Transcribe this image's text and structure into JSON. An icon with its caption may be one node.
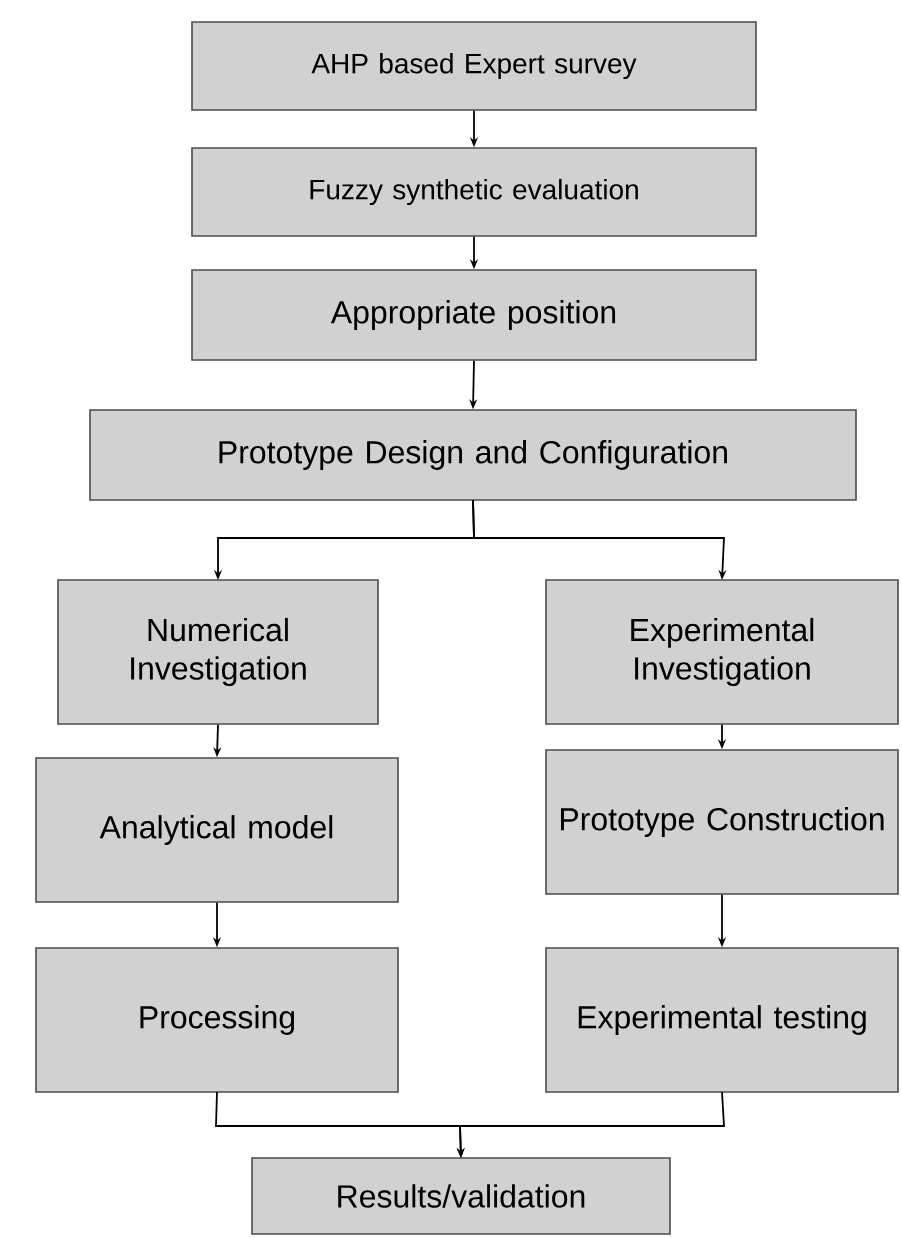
{
  "diagram": {
    "nodes": [
      {
        "text": [
          "AHP based Expert survey"
        ]
      },
      {
        "text": [
          "Fuzzy synthetic evaluation"
        ]
      },
      {
        "text": [
          "Appropriate position"
        ]
      },
      {
        "text": [
          "Prototype Design and Configuration"
        ]
      },
      {
        "text": [
          "Numerical Investigation"
        ]
      },
      {
        "text": [
          "Experimental Investigation"
        ]
      },
      {
        "text": [
          "Analytical model"
        ]
      },
      {
        "text": [
          "Prototype Construction"
        ]
      },
      {
        "text": [
          "Processing"
        ]
      },
      {
        "text": [
          "Experimental testing"
        ]
      },
      {
        "text": [
          "Results/validation"
        ]
      }
    ],
    "edges": [
      {
        "from": 0,
        "to": 1,
        "arrow": "to"
      },
      {
        "from": 1,
        "to": 2,
        "arrow": "to"
      },
      {
        "from": 2,
        "to": 3,
        "arrow": "to"
      },
      {
        "from": 3,
        "to": 4,
        "arrow": "to"
      },
      {
        "from": 3,
        "to": 5,
        "arrow": "to"
      },
      {
        "from": 4,
        "to": 6,
        "arrow": "to"
      },
      {
        "from": 6,
        "to": 8,
        "arrow": "to"
      },
      {
        "from": 5,
        "to": 7,
        "arrow": "to"
      },
      {
        "from": 7,
        "to": 9,
        "arrow": "to"
      },
      {
        "from": 8,
        "to": 10,
        "arrow": "to"
      },
      {
        "from": 9,
        "to": 10,
        "arrow": "to"
      }
    ]
  }
}
